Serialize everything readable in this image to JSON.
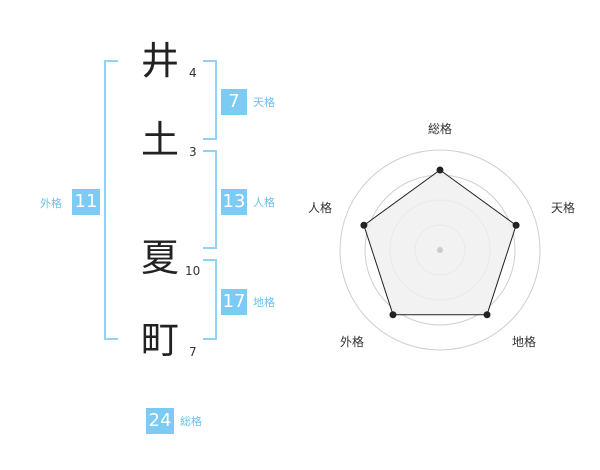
{
  "name": {
    "characters": [
      {
        "char": "井",
        "strokes": "4"
      },
      {
        "char": "土",
        "strokes": "3"
      },
      {
        "char": "夏",
        "strokes": "10"
      },
      {
        "char": "町",
        "strokes": "7"
      }
    ]
  },
  "fortunes": {
    "tenkaku": {
      "label": "天格",
      "value": "7"
    },
    "jinkaku": {
      "label": "人格",
      "value": "13"
    },
    "chikaku": {
      "label": "地格",
      "value": "17"
    },
    "gaikaku": {
      "label": "外格",
      "value": "11"
    },
    "soukaku": {
      "label": "総格",
      "value": "24"
    }
  },
  "colors": {
    "accent": "#7ccbf5",
    "bracket": "#8fd3f6",
    "label": "#6ec0ee"
  },
  "chart_data": {
    "type": "radar",
    "axes": [
      "総格",
      "天格",
      "地格",
      "外格",
      "人格"
    ],
    "values": [
      0.8,
      0.8,
      0.8,
      0.8,
      0.8
    ],
    "rings": 4
  }
}
